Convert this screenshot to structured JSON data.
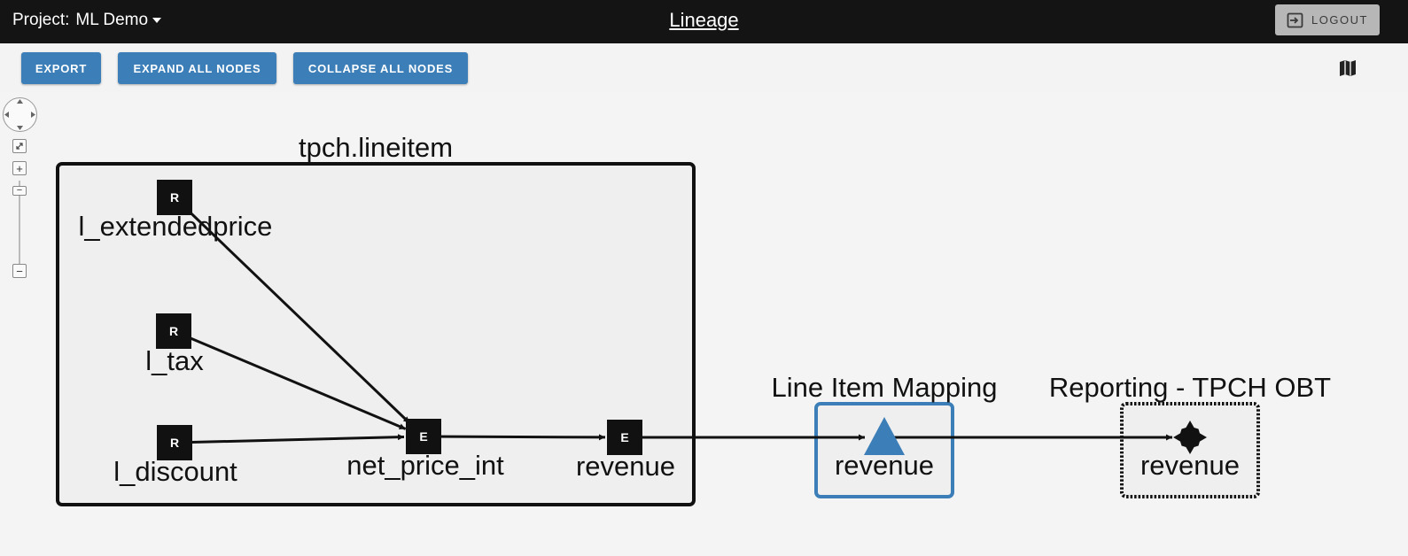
{
  "header": {
    "project_label": "Project:",
    "project_name": "ML Demo",
    "title": "Lineage",
    "logout_label": "LOGOUT",
    "logout_icon": "logout-icon"
  },
  "toolbar": {
    "export_label": "EXPORT",
    "expand_label": "EXPAND ALL NODES",
    "collapse_label": "COLLAPSE ALL NODES",
    "map_icon": "map-icon"
  },
  "navigator": {
    "pan_icon": "pan-arrows-icon",
    "fit_icon": "fit-to-screen-icon",
    "zoom_in_label": "+",
    "zoom_out_label": "−"
  },
  "graph": {
    "groups": [
      {
        "id": "tpch",
        "label": "tpch.lineitem",
        "style": "solid-black"
      },
      {
        "id": "mapping",
        "label": "Line Item Mapping",
        "style": "solid-blue"
      },
      {
        "id": "reporting",
        "label": "Reporting - TPCH OBT",
        "style": "dotted-black"
      }
    ],
    "nodes": [
      {
        "id": "n1",
        "group": "tpch",
        "badge": "R",
        "label": "l_extendedprice",
        "shape": "square"
      },
      {
        "id": "n2",
        "group": "tpch",
        "badge": "R",
        "label": "l_tax",
        "shape": "square"
      },
      {
        "id": "n3",
        "group": "tpch",
        "badge": "R",
        "label": "l_discount",
        "shape": "square"
      },
      {
        "id": "n4",
        "group": "tpch",
        "badge": "E",
        "label": "net_price_int",
        "shape": "square"
      },
      {
        "id": "n5",
        "group": "tpch",
        "badge": "E",
        "label": "revenue",
        "shape": "square"
      },
      {
        "id": "n6",
        "group": "mapping",
        "badge": "",
        "label": "revenue",
        "shape": "triangle"
      },
      {
        "id": "n7",
        "group": "reporting",
        "badge": "",
        "label": "revenue",
        "shape": "diamond"
      }
    ],
    "edges": [
      {
        "from": "n1",
        "to": "n4"
      },
      {
        "from": "n2",
        "to": "n4"
      },
      {
        "from": "n3",
        "to": "n4"
      },
      {
        "from": "n4",
        "to": "n5"
      },
      {
        "from": "n5",
        "to": "n6"
      },
      {
        "from": "n6",
        "to": "n7"
      }
    ],
    "colors": {
      "node": "#111111",
      "accent": "#3b7eb8",
      "group_fill": "#efefef"
    }
  }
}
